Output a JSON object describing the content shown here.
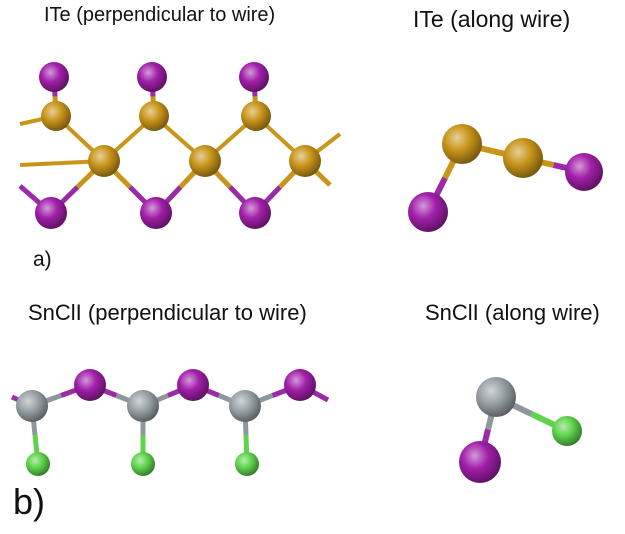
{
  "panel_a": {
    "title_left": "ITe (perpendicular to wire)",
    "title_right": "ITe (along wire)",
    "letter": "a)"
  },
  "panel_b": {
    "title_left": "SnClI (perpendicular to wire)",
    "title_right": "SnClI (along wire)",
    "letter": "b)"
  },
  "colors": {
    "iodine": "#a11fa9",
    "tellurium": "#c8951a",
    "tin": "#98a2a6",
    "chlorine": "#5fd34c",
    "bond_Te": "#c8951a",
    "bond_I": "#9b2aa6",
    "bond_Sn": "#8e979c",
    "bond_Cl": "#5fd34c"
  }
}
